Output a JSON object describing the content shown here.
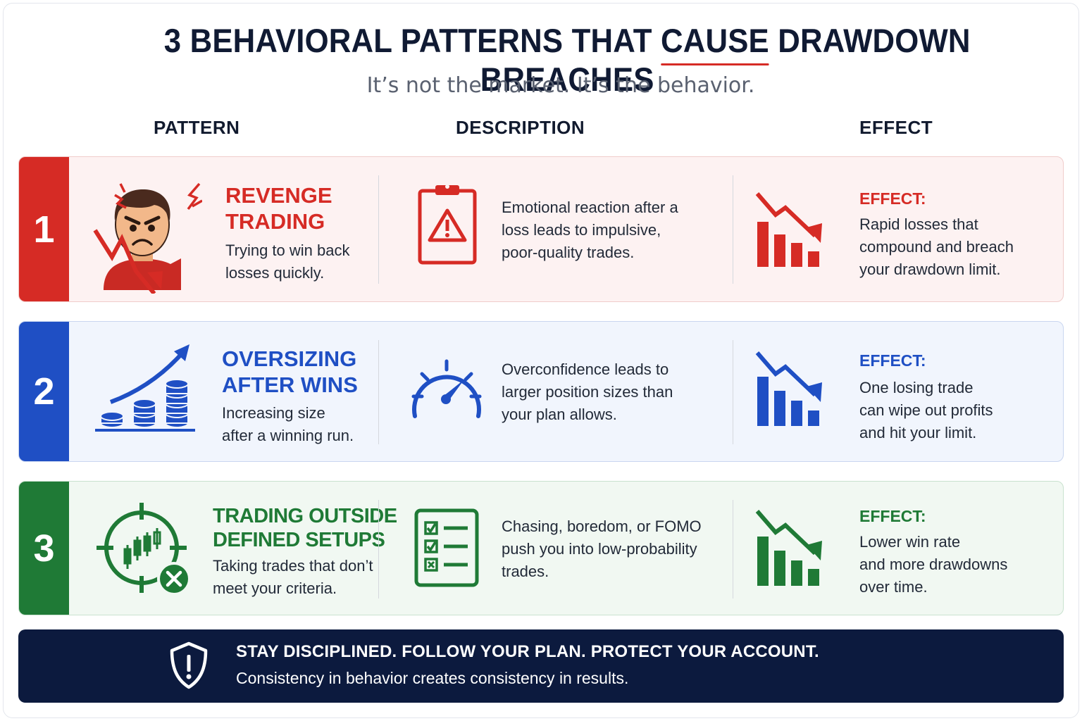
{
  "header": {
    "title_before": "3 BEHAVIORAL PATTERNS THAT ",
    "title_highlight": "CAUSE",
    "title_after": " DRAWDOWN BREACHES",
    "subtitle": "It’s not the market. It’s the behavior."
  },
  "columns": {
    "pattern": "PATTERN",
    "description": "DESCRIPTION",
    "effect": "EFFECT"
  },
  "rows": [
    {
      "number": "1",
      "title": "REVENGE\nTRADING",
      "summary": "Trying to win back\nlosses quickly.",
      "description": "Emotional reaction after a\nloss leads to impulsive,\npoor-quality trades.",
      "effect_label": "EFFECT:",
      "effect_text": "Rapid losses that\ncompound and breach\nyour drawdown limit.",
      "accent": "#d62b25"
    },
    {
      "number": "2",
      "title": "OVERSIZING\nAFTER WINS",
      "summary": "Increasing size\nafter a winning run.",
      "description": "Overconfidence leads to\nlarger position sizes than\nyour plan allows.",
      "effect_label": "EFFECT:",
      "effect_text": "One losing trade\ncan wipe out profits\nand hit your limit.",
      "accent": "#1f4fc4"
    },
    {
      "number": "3",
      "title": "TRADING OUTSIDE\nDEFINED SETUPS",
      "summary": "Taking trades that don’t\nmeet your criteria.",
      "description": "Chasing, boredom, or FOMO\npush you into low-probability\ntrades.",
      "effect_label": "EFFECT:",
      "effect_text": "Lower win rate\nand more drawdowns\nover time.",
      "accent": "#1f7a36"
    }
  ],
  "footer": {
    "headline": "STAY DISCIPLINED. FOLLOW YOUR PLAN. PROTECT YOUR ACCOUNT.",
    "tagline": "Consistency in behavior creates consistency in results.",
    "icon": "shield-alert-icon"
  },
  "icons": {
    "row1": [
      "angry-trader-icon",
      "alert-clipboard-icon",
      "falling-bars-icon"
    ],
    "row2": [
      "rising-coins-icon",
      "speedometer-icon",
      "falling-bars-icon"
    ],
    "row3": [
      "crosshair-candles-icon",
      "checklist-icon",
      "falling-bars-icon"
    ]
  }
}
